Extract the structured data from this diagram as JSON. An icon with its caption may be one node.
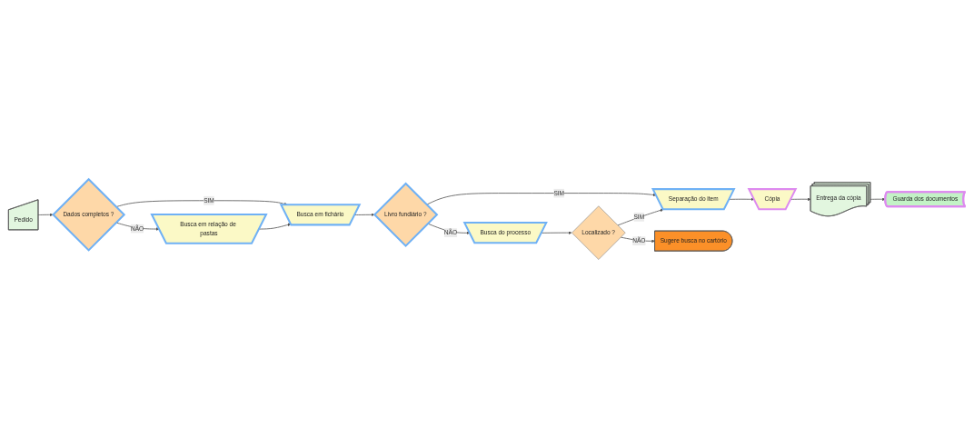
{
  "diagram": {
    "nodes": [
      {
        "text": [
          "Pedido"
        ]
      },
      {
        "text": [
          "Dados completos ?"
        ]
      },
      {
        "text": [
          "Busca em fichário"
        ]
      },
      {
        "text": [
          "Busca em relação de pastas"
        ]
      },
      {
        "text": [
          "Livro fundiário ?"
        ]
      },
      {
        "text": [
          "Busca do processo"
        ]
      },
      {
        "text": [
          "Separação do item"
        ]
      },
      {
        "text": [
          "Localizado ?"
        ]
      },
      {
        "text": [
          "Sugere busca no cartório"
        ]
      },
      {
        "text": [
          "Cópia"
        ]
      },
      {
        "text": [
          "Entrega da cópia"
        ]
      },
      {
        "text": [
          "Guarda dos documentos"
        ]
      }
    ],
    "edges": [
      {
        "from": 0,
        "to": 1,
        "arrow": "to"
      },
      {
        "from": 1,
        "to": 2,
        "arrow": "to",
        "label": "SIM"
      },
      {
        "from": 1,
        "to": 3,
        "arrow": "to",
        "label": "NÃO"
      },
      {
        "from": 3,
        "to": 2,
        "arrow": "to"
      },
      {
        "from": 2,
        "to": 4,
        "arrow": "to"
      },
      {
        "from": 4,
        "to": 6,
        "arrow": "to",
        "label": "SIM"
      },
      {
        "from": 4,
        "to": 5,
        "arrow": "to",
        "label": "NÃO"
      },
      {
        "from": 5,
        "to": 7,
        "arrow": "to"
      },
      {
        "from": 7,
        "to": 6,
        "arrow": "to",
        "label": "SIM"
      },
      {
        "from": 7,
        "to": 8,
        "arrow": "to",
        "label": "NÃO"
      },
      {
        "from": 6,
        "to": 9,
        "arrow": "to"
      },
      {
        "from": 9,
        "to": 10,
        "arrow": "to"
      },
      {
        "from": 10,
        "to": 11,
        "arrow": "to"
      }
    ]
  }
}
